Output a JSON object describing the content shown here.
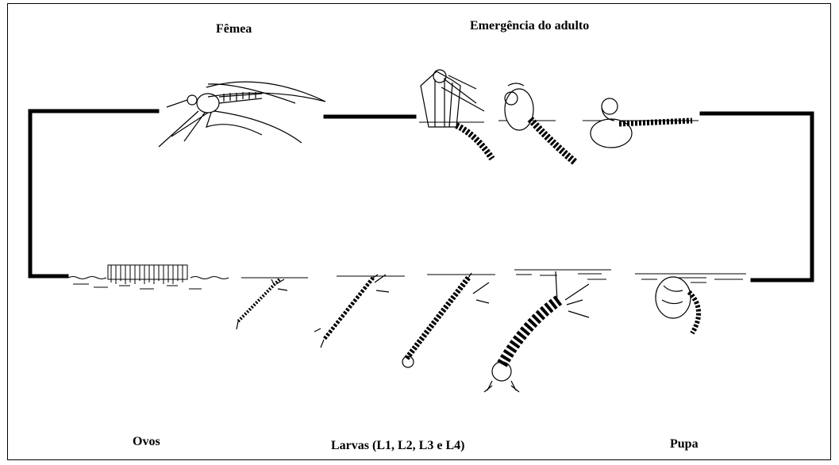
{
  "labels": {
    "female": "Fêmea",
    "emergence": "Emergência do adulto",
    "eggs": "Ovos",
    "larvae": "Larvas (L1, L2, L3 e L4)",
    "pupa": "Pupa"
  },
  "stages": [
    "female",
    "adult-emergence",
    "eggs",
    "larva-l1",
    "larva-l2",
    "larva-l3",
    "larva-l4",
    "pupa"
  ],
  "colors": {
    "ink": "#000000",
    "background": "#ffffff"
  }
}
